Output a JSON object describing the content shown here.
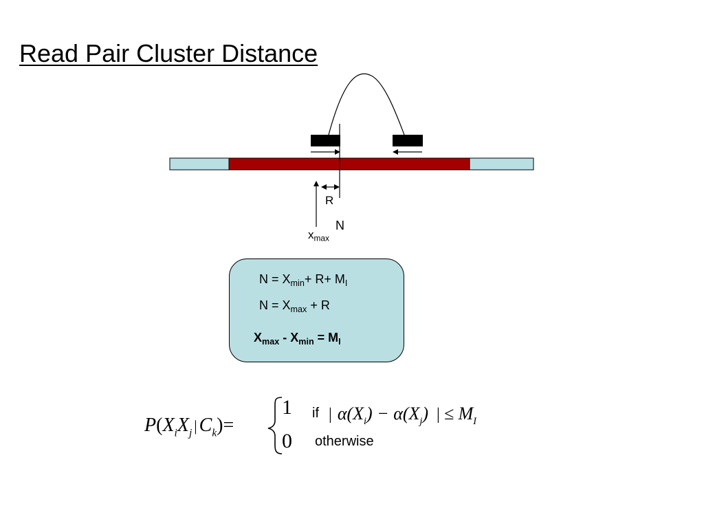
{
  "title": "Read Pair Cluster Distance",
  "diagram": {
    "label_r": "R",
    "label_n": "N",
    "label_xmax_base": "x",
    "label_xmax_sub": "max",
    "colors": {
      "genome_flank": "#b9dfe3",
      "cluster_region": "#a50000",
      "read": "#000000"
    }
  },
  "equations": {
    "eq1": {
      "lhs": "N = X",
      "sub1": "min",
      "mid": "+ R+ M",
      "sub2": "I"
    },
    "eq2": {
      "lhs": "N = X",
      "sub1": "max",
      "mid": " + R"
    },
    "eq3": {
      "a": "X",
      "sub1": "max",
      "b": " - X",
      "sub2": "min",
      "c": " = M",
      "sub3": "I"
    }
  },
  "formula": {
    "lhs_p": "P",
    "lhs_open": "(",
    "x1": "X",
    "x1_sub": "i",
    "x2": "X",
    "x2_sub": "j",
    "bar": "|",
    "c": "C",
    "c_sub": "k",
    "lhs_close": ")",
    "equals": "=",
    "case1_value": "1",
    "case1_if": "if",
    "case1_expr": "α(X",
    "case1_sub1": "i",
    "case1_minus": ") − α(X",
    "case1_sub2": "j",
    "case1_close": ")",
    "case1_le": "≤ M",
    "case1_le_sub": "I",
    "case2_value": "0",
    "case2_label": "otherwise"
  }
}
